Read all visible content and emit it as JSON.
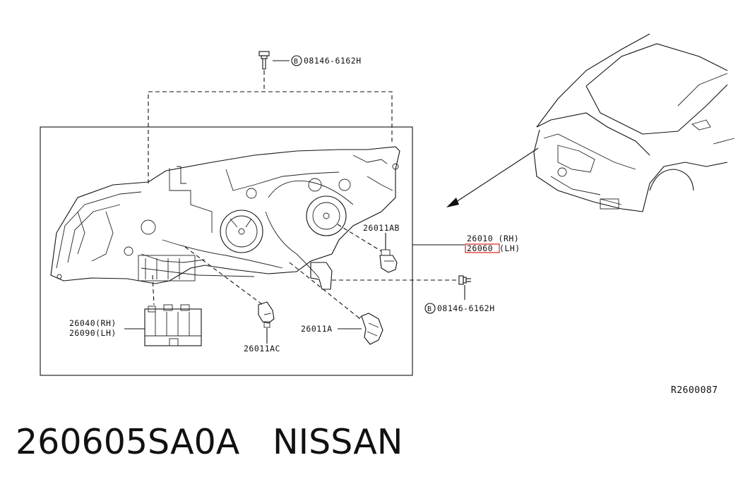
{
  "labels": {
    "bolt_top": "08146-6162H",
    "bolt_right": "08146-6162H",
    "bolt_badge": "B",
    "assembly_rh": "26010 (RH)",
    "assembly_lh_code": "26060",
    "assembly_lh_suffix": "(LH)",
    "bulb_ab": "26011AB",
    "bulb_a": "26011A",
    "bulb_ac": "26011AC",
    "cover_rh": "26040(RH)",
    "cover_lh": "26090(LH)",
    "ref_code": "R2600087"
  },
  "caption": {
    "part_number": "260605SA0A",
    "brand": "NISSAN"
  },
  "colors": {
    "line": "#111111",
    "highlight": "#e02020",
    "background": "#ffffff"
  }
}
